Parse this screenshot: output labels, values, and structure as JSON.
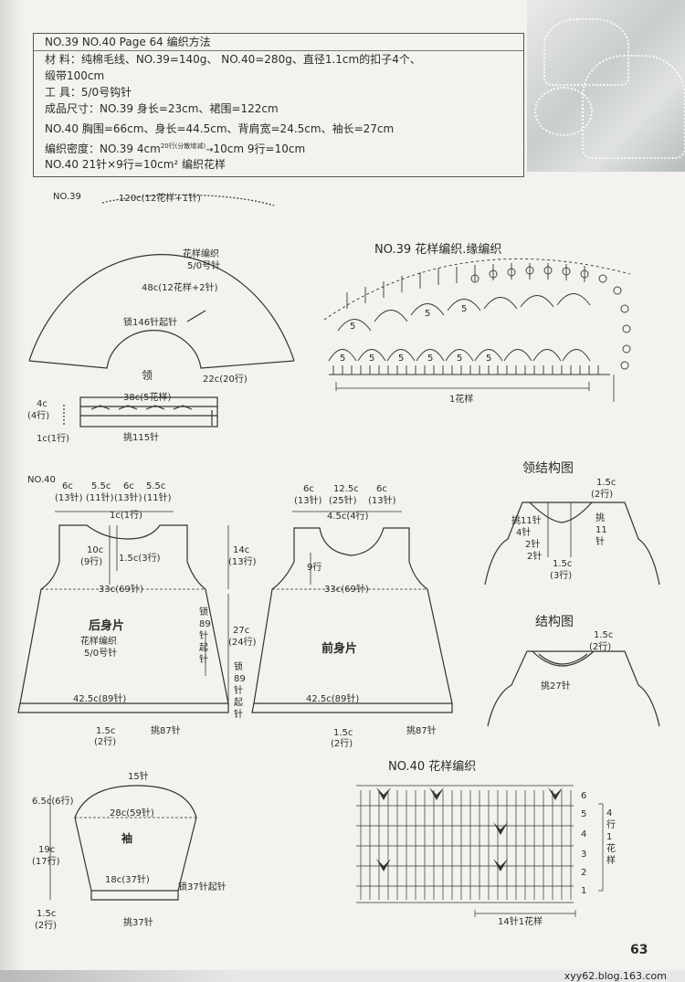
{
  "header": {
    "line1": "NO.39  NO.40      Page 64     编织方法",
    "line2": "材     料：纯棉毛线、NO.39=140g、 NO.40=280g、直径1.1cm的扣子4个、",
    "line3": "           缎带100cm",
    "line4": "工     具：5/0号钩针",
    "line5": "成品尺寸：NO.39 身长=23cm、裙围=122cm",
    "line6": "           NO.40 胸围=66cm、身长=44.5cm、背肩宽=24.5cm、袖长=27cm",
    "line7a": "编织密度：NO.39 4cm",
    "line7sup": "20行(分散增减)",
    "line7b": "10cm  9行=10cm",
    "line8": "           NO.40 21针×9行=10cm² 编织花样"
  },
  "no39": {
    "tag": "NO.39",
    "top_width": "120c(12花样+1针)",
    "pattern1": "花样编织",
    "pattern2": "5/0号针",
    "inner": "48c(12花样+2针)",
    "start": "锁146针起针",
    "name": "领",
    "bottom": "22c(20行)",
    "band_width": "38c(5花样)",
    "band_h1": "4c",
    "band_h2": "(4行)",
    "band_side": "1c(1行)",
    "band_pick": "挑115针"
  },
  "chart39": {
    "title": "NO.39  花样编织.缘编织",
    "repeat": "1花样",
    "marks": [
      "5",
      "5",
      "5",
      "5",
      "5",
      "5",
      "5",
      "5",
      "5"
    ]
  },
  "back": {
    "tag": "NO.40",
    "top_w": [
      "6c",
      "5.5c",
      "6c",
      "5.5c"
    ],
    "top_s": [
      "(13针)",
      "(11针)",
      "(13针)",
      "(11针)"
    ],
    "neck_d": "1c(1行)",
    "arm_d1": "10c",
    "arm_d2": "(9行)",
    "arm_r": "1.5c(3行)",
    "chest": "33c(69针)",
    "name": "后身片",
    "p1": "花样编织",
    "p2": "5/0号针",
    "hem": "42.5c(89针)",
    "hem_h1": "1.5c",
    "hem_h2": "(2行)",
    "pick": "挑87针",
    "side_top1": "14c",
    "side_top2": "(13行)",
    "side_mid1": "27c",
    "side_mid2": "(24行)",
    "chain1": "锁",
    "chain2": "89",
    "chain3": "针",
    "chain4": "起",
    "chain5": "针"
  },
  "front": {
    "top_w": [
      "6c",
      "12.5c",
      "6c"
    ],
    "top_s": [
      "(13针)",
      "(25针)",
      "(13针)"
    ],
    "neck": "4.5c(4行)",
    "arm": "9行",
    "chest": "33c(69针)",
    "name": "前身片",
    "hem": "42.5c(89针)",
    "hem_h1": "1.5c",
    "hem_h2": "(2行)",
    "pick": "挑87针"
  },
  "collar": {
    "title": "领结构图",
    "r1": "1.5c",
    "r2": "(2行)",
    "l1": "挑11针",
    "l2": "4针",
    "l3": "2针",
    "l4": "2针",
    "rr1": "挑",
    "rr2": "11",
    "rr3": "针",
    "bot1": "1.5c",
    "bot2": "(3行)"
  },
  "struct": {
    "title": "结构图",
    "r1": "1.5c",
    "r2": "(2行)",
    "pick": "挑27针"
  },
  "sleeve": {
    "top": "15针",
    "cap1": "6.5c(6行)",
    "upper": "28c(59针)",
    "name": "袖",
    "len1": "19c",
    "len2": "(17行)",
    "cuff": "18c(37针)",
    "start": "锁37针起针",
    "h1": "1.5c",
    "h2": "(2行)",
    "pick": "挑37针"
  },
  "chart40": {
    "title": "NO.40  花样编织",
    "rows": [
      "6",
      "5",
      "4",
      "3",
      "2",
      "1"
    ],
    "side1": "4",
    "side2": "行",
    "side3": "1",
    "side4": "花",
    "side5": "样",
    "repeat": "14针1花样"
  },
  "page_number": "63",
  "watermark": "xyy62.blog.163.com"
}
